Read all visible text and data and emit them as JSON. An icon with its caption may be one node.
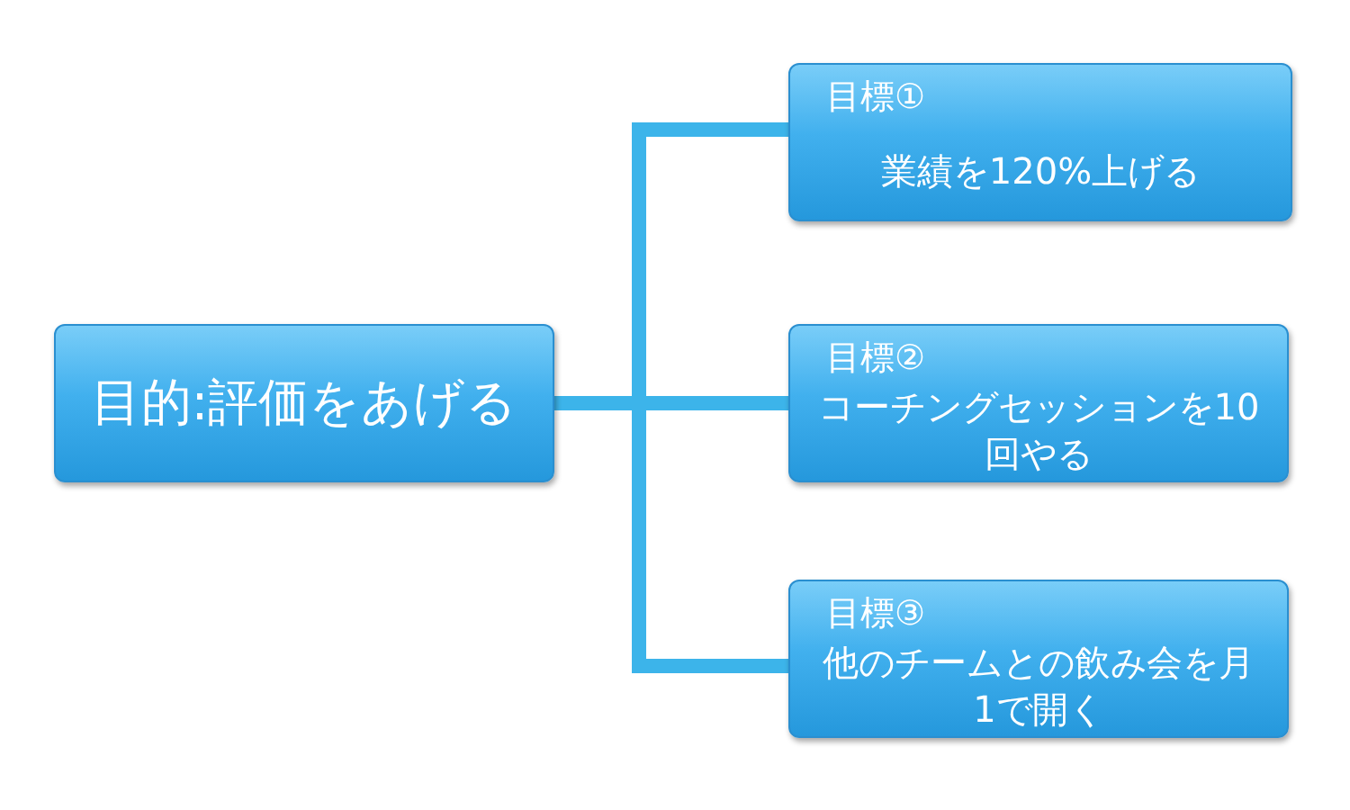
{
  "diagram": {
    "nodes": [
      {
        "text": [
          "目的:評価をあげる"
        ]
      },
      {
        "text": [
          "目標①",
          "業績を120%上げる"
        ]
      },
      {
        "text": [
          "目標②",
          "コーチングセッションを10回やる"
        ]
      },
      {
        "text": [
          "目標③",
          "他のチームとの飲み会を月1で開く"
        ]
      }
    ],
    "edges": [
      {
        "from": 0,
        "to": 1,
        "arrow": "none"
      },
      {
        "from": 0,
        "to": 2,
        "arrow": "none"
      },
      {
        "from": 0,
        "to": 3,
        "arrow": "none"
      }
    ]
  }
}
